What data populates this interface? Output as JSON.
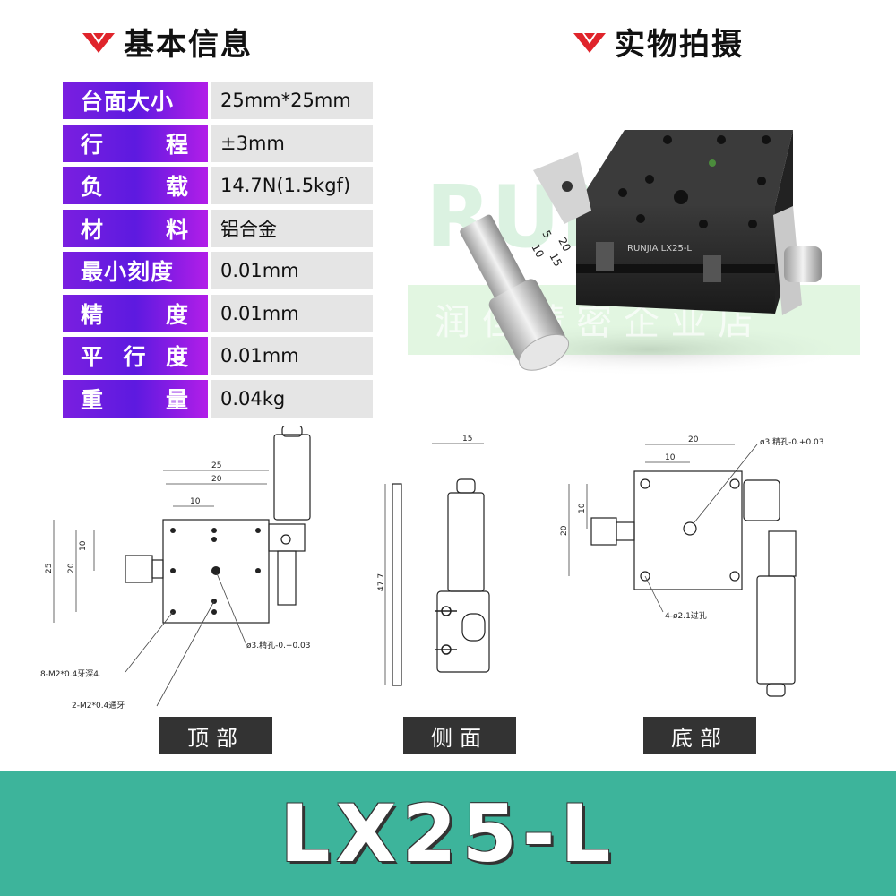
{
  "headings": {
    "basic_info": "基本信息",
    "real_photo": "实物拍摄"
  },
  "specs": [
    {
      "label": "台面大小",
      "value": "25mm*25mm"
    },
    {
      "label": "行程",
      "value": "±3mm"
    },
    {
      "label": "负载",
      "value": "14.7N(1.5kgf)"
    },
    {
      "label": "材料",
      "value": "铝合金"
    },
    {
      "label": "最小刻度",
      "value": "0.01mm"
    },
    {
      "label": "精度",
      "value": "0.01mm"
    },
    {
      "label": "平行度",
      "value": "0.01mm"
    },
    {
      "label": "重量",
      "value": "0.04kg"
    }
  ],
  "photo": {
    "engraving": "RUNJIA LX25-L",
    "watermark_top": "RUNJIA",
    "watermark_bottom": "润 佳 精 密 企 业 店",
    "micrometer_scale": [
      "5",
      "10",
      "15",
      "20"
    ]
  },
  "drawings": {
    "top": {
      "dims": [
        "25",
        "20",
        "10",
        "10",
        "20",
        "25"
      ],
      "note_hole": "ø3.精孔-0.+0.03",
      "note_thread8": "8-M2*0.4牙深4.",
      "note_thread2": "2-M2*0.4通牙"
    },
    "side": {
      "dims": [
        "15",
        "47.7"
      ]
    },
    "bottom": {
      "dims": [
        "20",
        "10",
        "10",
        "20"
      ],
      "note_hole": "ø3.精孔-0.+0.03",
      "note_through": "4-ø2.1过孔"
    }
  },
  "view_labels": {
    "top": "顶部",
    "side": "侧面",
    "bottom": "底部"
  },
  "model": "LX25-L",
  "colors": {
    "accent_red": "#e0242b",
    "label_purple": "#6a1ee0",
    "footer_green": "#3db49b"
  }
}
